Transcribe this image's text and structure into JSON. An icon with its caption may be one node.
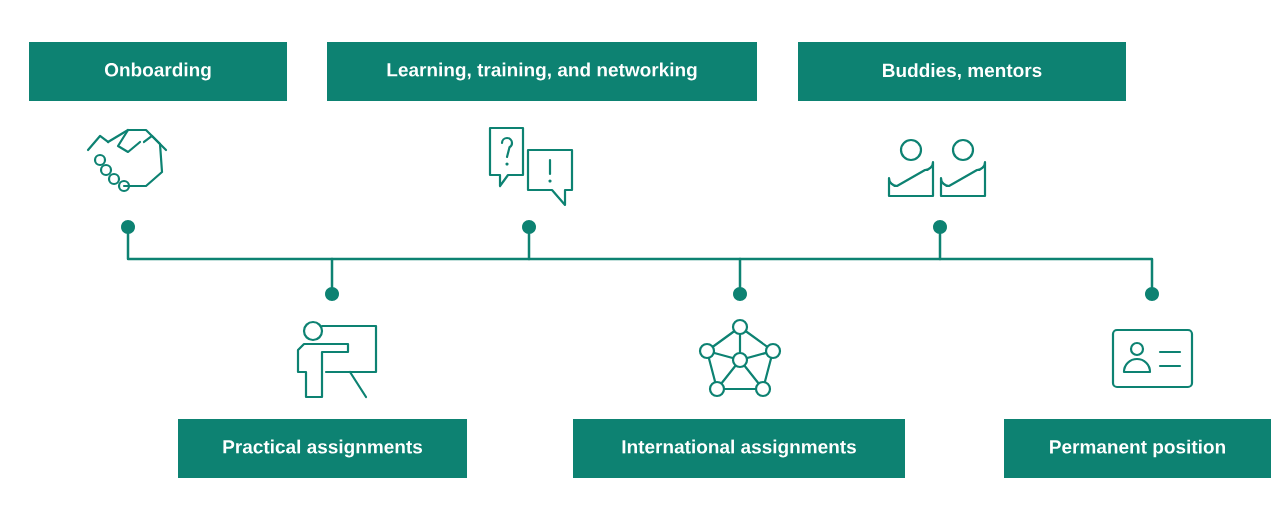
{
  "diagram": {
    "nodes": [
      {
        "text": [
          "Onboarding"
        ]
      },
      {
        "text": [
          "Practical assignments"
        ]
      },
      {
        "text": [
          "Learning, training, and networking"
        ]
      },
      {
        "text": [
          "International assignments"
        ]
      },
      {
        "text": [
          "Buddies, mentors"
        ]
      },
      {
        "text": [
          "Permanent position"
        ]
      }
    ]
  }
}
